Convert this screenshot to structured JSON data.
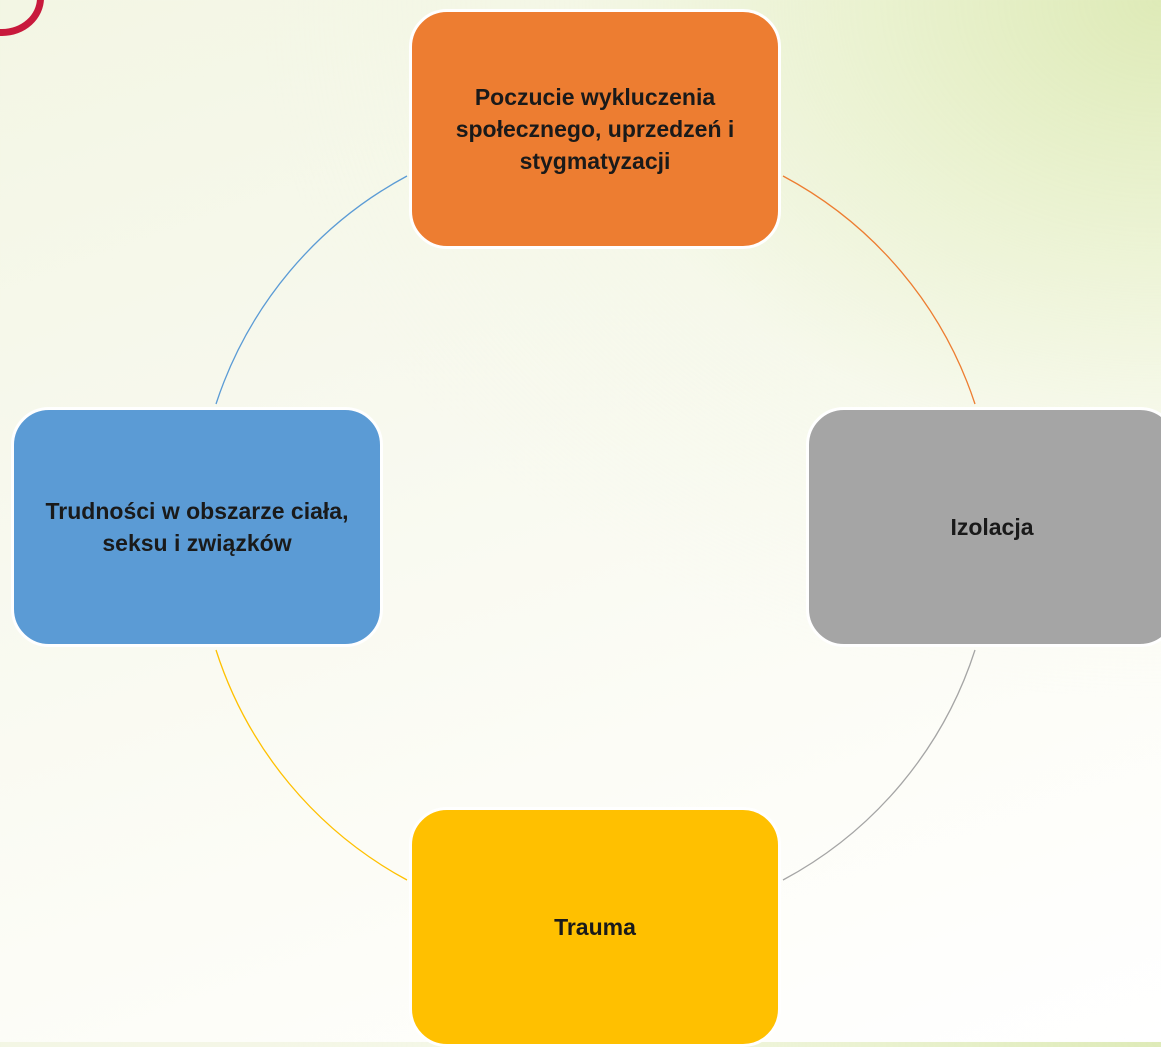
{
  "diagram": {
    "type": "cycle",
    "nodes": [
      {
        "id": "top",
        "label": "Poczucie wykluczenia społecznego, uprzedzeń i stygmatyzacji",
        "color": "#ed7d31"
      },
      {
        "id": "right",
        "label": "Izolacja",
        "color": "#a5a5a5"
      },
      {
        "id": "bottom",
        "label": "Trauma",
        "color": "#ffc000"
      },
      {
        "id": "left",
        "label": "Trudności w obszarze ciała, seksu i związków",
        "color": "#5b9bd5"
      }
    ],
    "arc_colors": {
      "top_to_right": "#ed7d31",
      "right_to_bottom": "#a5a5a5",
      "bottom_to_left": "#ffc000",
      "left_to_top": "#5b9bd5"
    }
  },
  "decor": {
    "corner_logo_color": "#c8193c"
  }
}
